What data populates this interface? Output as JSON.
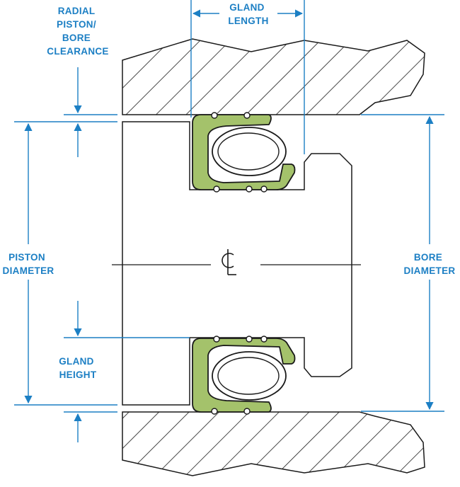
{
  "colors": {
    "dimension": "#1c7fc4",
    "seal_fill": "#a4c26b",
    "seal_stroke": "#1a1a1a",
    "outline": "#1a1a1a",
    "hatch": "#1a1a1a",
    "background": "#ffffff"
  },
  "labels": {
    "radial_clearance": [
      "RADIAL",
      "PISTON/",
      "BORE",
      "CLEARANCE"
    ],
    "gland_length": [
      "GLAND",
      "LENGTH"
    ],
    "piston_diameter": [
      "PISTON",
      "DIAMETER"
    ],
    "bore_diameter": [
      "BORE",
      "DIAMETER"
    ],
    "gland_height": [
      "GLAND",
      "HEIGHT"
    ],
    "centerline": "CL"
  }
}
